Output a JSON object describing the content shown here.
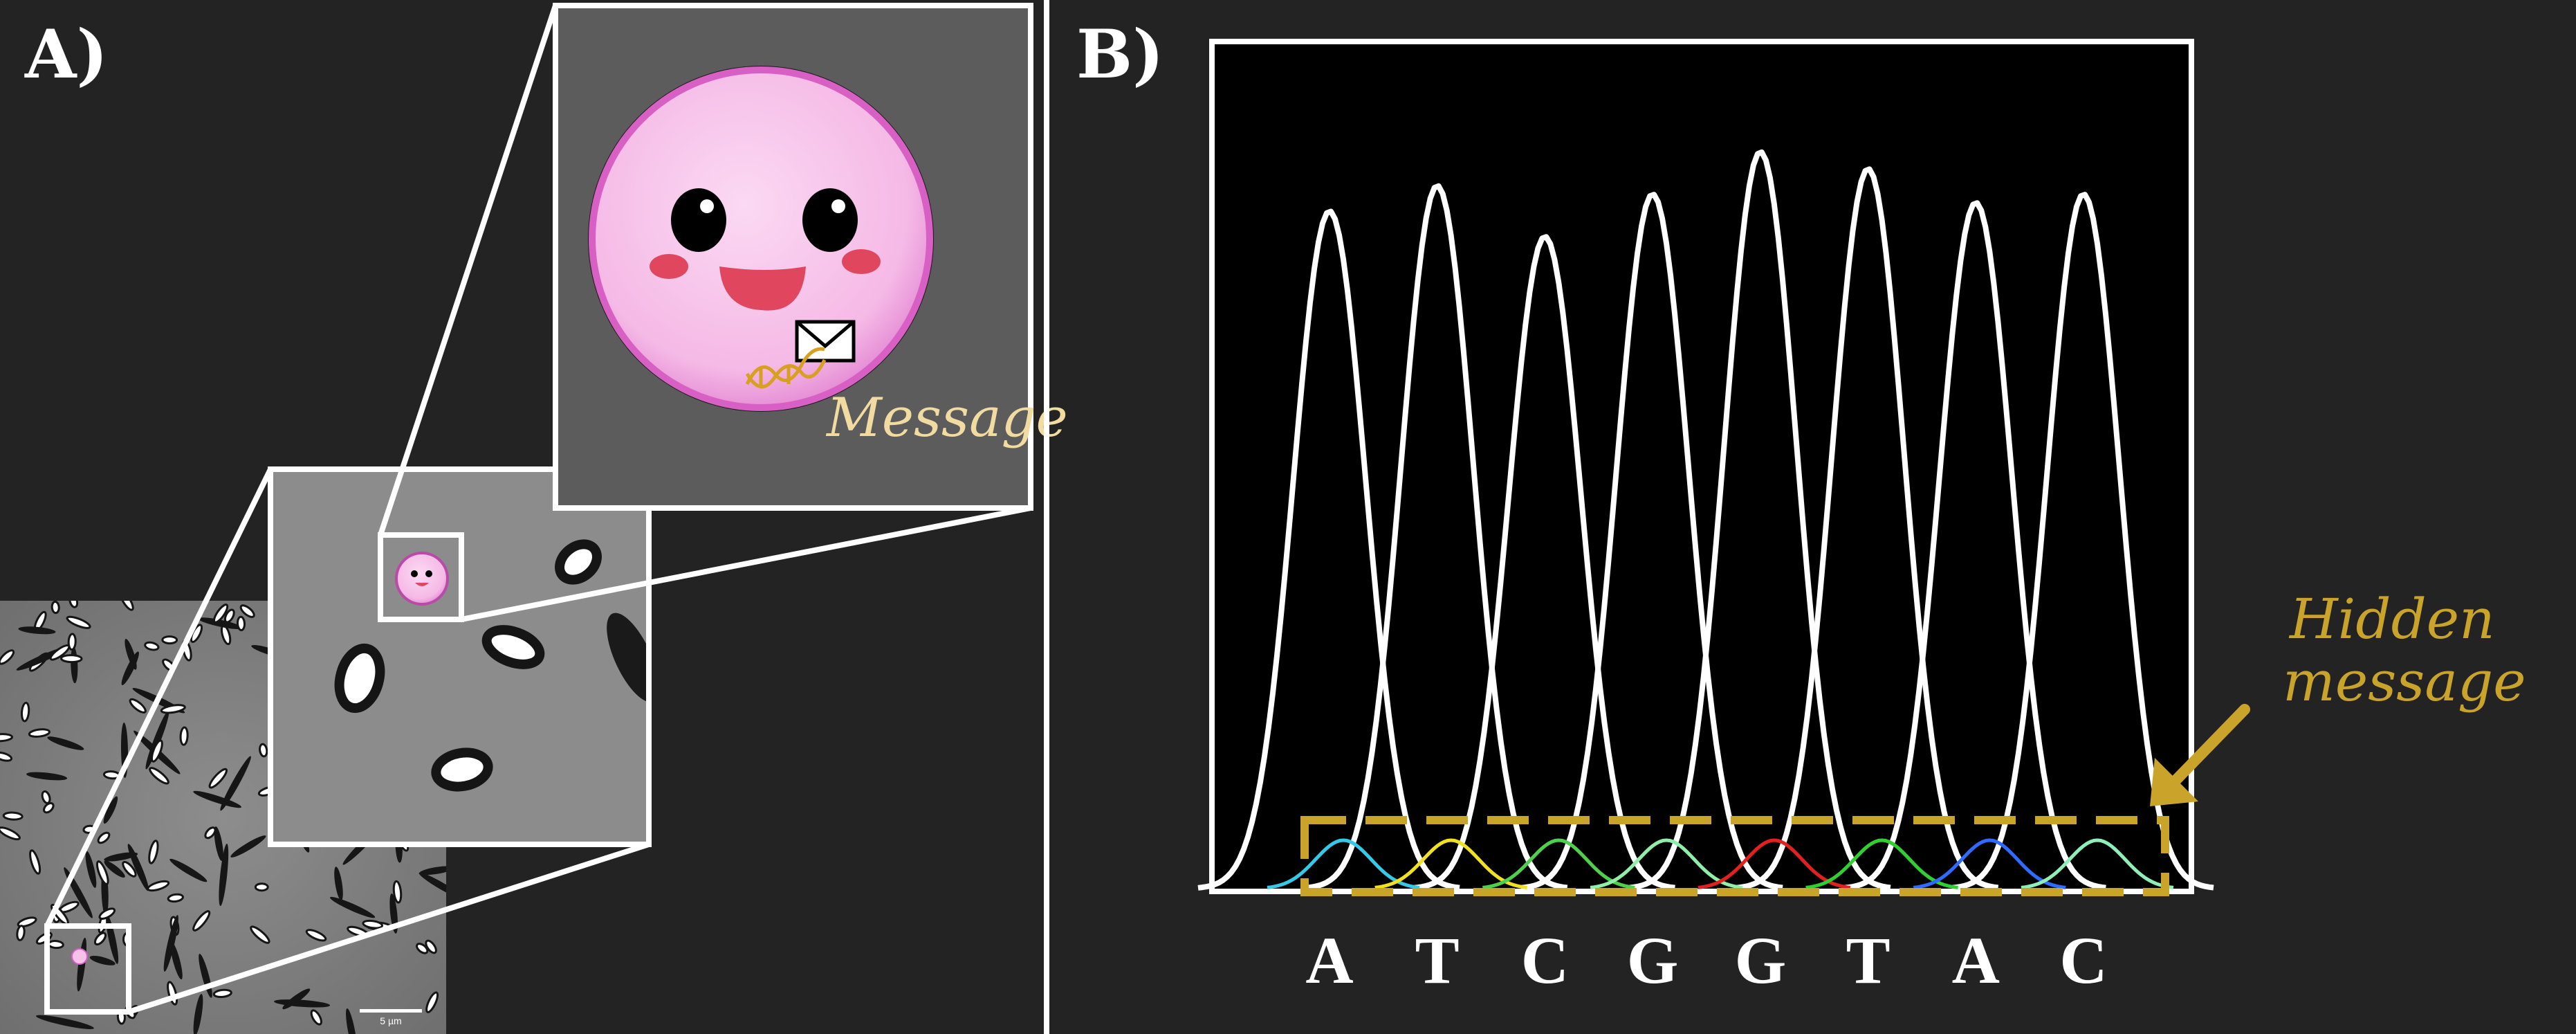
{
  "panel_a": {
    "label": "A)",
    "annotation": "Message",
    "scale_bar_label": "5 µm"
  },
  "panel_b": {
    "label": "B)",
    "annotation_line1": "Hidden",
    "annotation_line2": "message",
    "bases": [
      "A",
      "T",
      "C",
      "G",
      "G",
      "T",
      "A",
      "C"
    ],
    "peak_heights": [
      0.8,
      0.83,
      0.77,
      0.82,
      0.87,
      0.85,
      0.81,
      0.82
    ],
    "hidden_peak_colors": [
      "#35c8e8",
      "#f2e21e",
      "#4fd04a",
      "#8ef0a8",
      "#e32020",
      "#30d030",
      "#2f6bff",
      "#8ef0b8"
    ]
  },
  "colors": {
    "background": "#232323",
    "divider": "#ffffff",
    "annotation_gold": "#c9a32a",
    "message_cream": "#f2dba0",
    "cell_pink": "#f6c2ea",
    "cell_rim": "#d85fc4"
  }
}
